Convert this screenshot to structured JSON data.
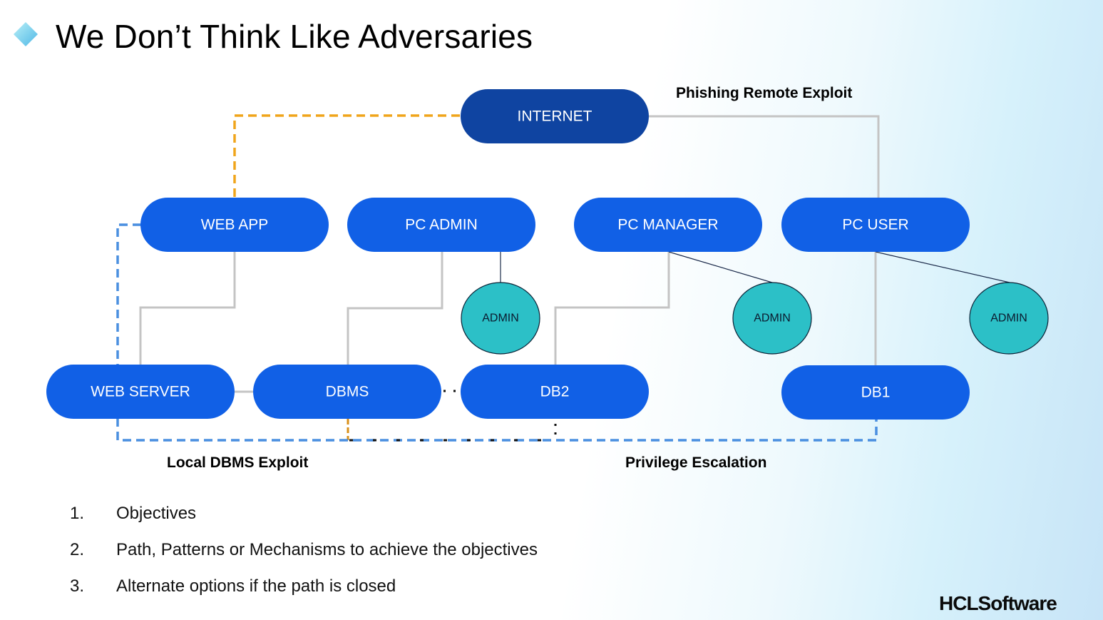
{
  "title": "We Don’t Think Like Adversaries",
  "title_icon": "diamond-icon",
  "nodes": {
    "internet": "INTERNET",
    "web_app": "WEB APP",
    "pc_admin": "PC ADMIN",
    "pc_manager": "PC MANAGER",
    "pc_user": "PC USER",
    "web_server": "WEB SERVER",
    "dbms": "DBMS",
    "db2": "DB2",
    "db1": "DB1",
    "admin_1": "ADMIN",
    "admin_2": "ADMIN",
    "admin_3": "ADMIN"
  },
  "edge_labels": {
    "phishing": "Phishing Remote Exploit",
    "local_dbms": "Local DBMS Exploit",
    "privilege": "Privilege Escalation"
  },
  "objectives": [
    {
      "num": "1.",
      "text": "Objectives"
    },
    {
      "num": "2.",
      "text": "Path, Patterns or Mechanisms to achieve the objectives"
    },
    {
      "num": "3.",
      "text": "Alternate options if the path is closed"
    }
  ],
  "logo": "HCLSoftware",
  "colors": {
    "node_primary": "#1160e6",
    "node_internet": "#0f44a1",
    "admin_circle": "#2cc0c7",
    "orange_path": "#f0a51c",
    "blue_path": "#4a8fe0",
    "connector_gray": "#c4c4c4"
  }
}
